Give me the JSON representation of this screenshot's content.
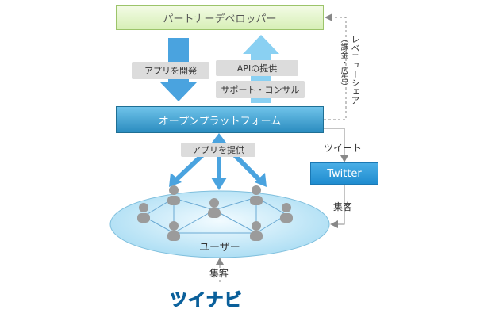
{
  "nodes": {
    "partner": "パートナーデベロッパー",
    "platform": "オープンプラットフォーム",
    "twitter": "Twitter",
    "users": "ユーザー"
  },
  "labels": {
    "app_dev": "アプリを開発",
    "api_provide": "APIの提供",
    "support": "サポート・コンサル",
    "app_provide": "アプリを提供",
    "revenue_share": "レベニューシェア",
    "revenue_detail": "（課金・広告）",
    "tweet": "ツイート",
    "attract_right": "集客",
    "attract_bottom": "集客"
  },
  "logo": {
    "text": "ツイナビ"
  },
  "colors": {
    "arrow_blue": "#4aa3df",
    "partner_green": "#d7efb6",
    "platform_blue": "#2b8cbf",
    "ellipse_fill": "#bfe6f7",
    "dashed_line": "#888888"
  }
}
